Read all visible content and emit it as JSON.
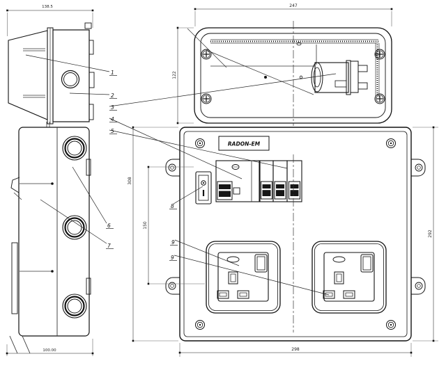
{
  "meta": {
    "background": "#ffffff",
    "line_color": "#111111",
    "dimension_color": "#666666"
  },
  "front_view": {
    "model_label": "RADON-EM"
  },
  "dimensions": {
    "lid_side_width": "138.5",
    "top_view_width": "247",
    "top_view_depth": "122",
    "front_width": "298",
    "front_height": "292",
    "front_left_outer": "308",
    "front_left_inner": "150",
    "enclosure_depth": "100.00"
  },
  "callouts": [
    {
      "num": "1"
    },
    {
      "num": "2"
    },
    {
      "num": "3"
    },
    {
      "num": "4"
    },
    {
      "num": "5"
    },
    {
      "num": "6"
    },
    {
      "num": "7"
    },
    {
      "num": "8"
    },
    {
      "num": "9"
    },
    {
      "num": "9"
    }
  ]
}
